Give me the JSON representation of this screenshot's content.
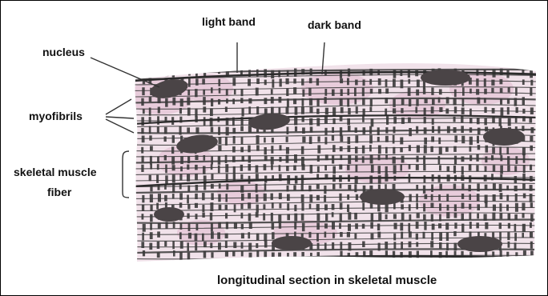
{
  "labels": {
    "light_band": "light band",
    "dark_band": "dark band",
    "nucleus": "nucleus",
    "myofibrils": "myofibrils",
    "skeletal_muscle": "skeletal muscle",
    "fiber": "fiber",
    "caption": "longitudinal section in skeletal muscle"
  },
  "colors": {
    "background": "#ffffff",
    "tissue_pink": "#e6c8d8",
    "tissue_pale": "#f1e2ea",
    "stroke_dark": "#3a3a3a",
    "nucleus": "#4a4446",
    "frame": "#000000"
  }
}
